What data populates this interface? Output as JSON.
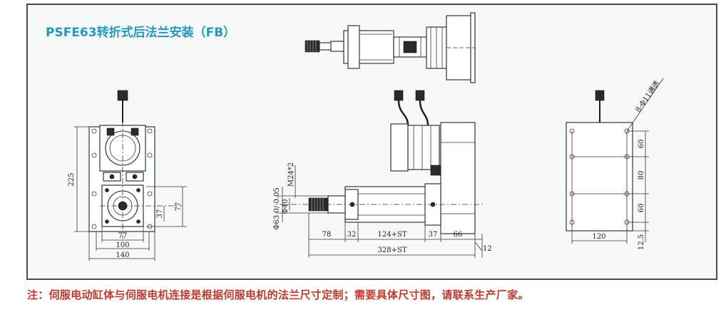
{
  "title": "PSFE63转折式后法兰安装（FB）",
  "footnote": "注：伺服电动缸体与伺服电机连接是根据伺服电机的法兰尺寸定制；需要具体尺寸图，请联系生产厂家。",
  "colors": {
    "title": "#2596be",
    "footnote": "#c0392b",
    "frame_border": "#4a4a4a",
    "frame_bg": "#f5faf8",
    "line": "#222222"
  },
  "left_view": {
    "dim_225": "225",
    "dim_77_vertical": "77",
    "dim_37": "37",
    "dim_77_bottom": "77",
    "dim_100": "100",
    "dim_140": "140"
  },
  "side_view": {
    "dim_78": "78",
    "dim_32": "32",
    "dim_124st": "124+ST",
    "dim_37": "37",
    "dim_66": "66",
    "dim_328st": "328+ST",
    "dim_12": "12",
    "dim_m24": "M24*2",
    "dim_phi40": "Φ40",
    "dim_phi63": "Φ63 0/-0.05"
  },
  "right_view": {
    "hole_note": "8-Φ11通透",
    "dim_60_top": "60",
    "dim_80": "80",
    "dim_60_bottom": "60",
    "dim_12_5": "12.5",
    "dim_120": "120"
  }
}
